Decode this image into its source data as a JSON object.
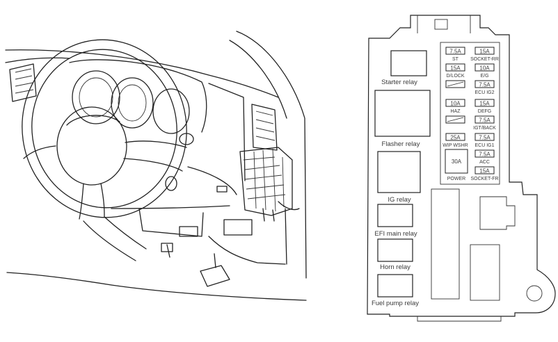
{
  "relays": [
    {
      "id": "starter",
      "label": "Starter relay"
    },
    {
      "id": "flasher",
      "label": "Flasher relay"
    },
    {
      "id": "ig",
      "label": "IG relay"
    },
    {
      "id": "efi",
      "label": "EFI main  relay"
    },
    {
      "id": "horn",
      "label": "Horn relay"
    },
    {
      "id": "fuel",
      "label": "Fuel pump relay"
    }
  ],
  "fuses_left": [
    {
      "amp": "7.5A",
      "name": "ST"
    },
    {
      "amp": "15A",
      "name": "D/LOCK"
    },
    {
      "amp": "",
      "name": ""
    },
    {
      "amp": "10A",
      "name": "HAZ"
    },
    {
      "amp": "",
      "name": ""
    },
    {
      "amp": "25A",
      "name": "WIP WSHR"
    }
  ],
  "fuses_right": [
    {
      "amp": "15A",
      "name": "SOCKET-RR"
    },
    {
      "amp": "10A",
      "name": "E/G"
    },
    {
      "amp": "7.5A",
      "name": "ECU IG2"
    },
    {
      "amp": "15A",
      "name": "DEFG"
    },
    {
      "amp": "7.5A",
      "name": "IGT/BACK"
    },
    {
      "amp": "7.5A",
      "name": "ECU IG1"
    },
    {
      "amp": "7.5A",
      "name": "ACC"
    },
    {
      "amp": "15A",
      "name": "SOCKET-FR"
    }
  ],
  "power_fuse": {
    "amp": "30A",
    "name": "POWER"
  }
}
